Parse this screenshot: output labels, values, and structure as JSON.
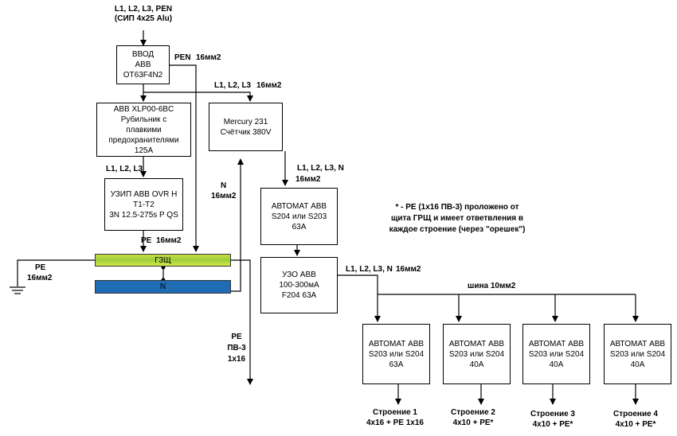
{
  "input_top": {
    "line1": "L1, L2, L3, PEN",
    "line2": "(СИП 4х25 Alu)"
  },
  "vvod": {
    "l1": "ВВОД",
    "l2": "АВВ",
    "l3": "OT63F4N2"
  },
  "pen_label": "PEN",
  "pen_size": "16мм2",
  "meter_feed": {
    "phases": "L1, L2, L3",
    "size": "16мм2"
  },
  "switch_fuse": {
    "l1": "АВВ XLP00-6BC",
    "l2": "Рубильник с",
    "l3": "плавкими",
    "l4": "предохранителями",
    "l5": "125А"
  },
  "meter": {
    "l1": "Mercury 231",
    "l2": "Счётчик 380V"
  },
  "spd_feed": "L1, L2, L3",
  "spd": {
    "l1": "УЗИП АВВ OVR H",
    "l2": "T1-T2",
    "l3": "3N 12.5-275s P QS"
  },
  "n_wire": {
    "label": "N",
    "size": "16мм2"
  },
  "meter_out": {
    "phases": "L1, L2, L3, N",
    "size": "16мм2"
  },
  "automat_main": {
    "l1": "АВТОМАТ АВВ",
    "l2": "S204 или S203",
    "l3": "63А"
  },
  "note": {
    "l1": "* - PE (1х16 ПВ-3) проложено от",
    "l2": "щита ГРЩ и имеет ответвления в",
    "l3": "каждое строение (через \"орешек\")"
  },
  "pe_spd": {
    "label": "PE",
    "size": "16мм2"
  },
  "pe_ground": {
    "label": "PE",
    "size": "16мм2"
  },
  "bus_ground_label": "ГЗЩ",
  "bus_neutral_label": "N",
  "uzo": {
    "l1": "УЗО АВВ",
    "l2": "100-300мА",
    "l3": "F204 63A"
  },
  "uzo_out": {
    "phases": "L1, L2, L3, N",
    "size": "16мм2"
  },
  "busbar_label": "шина 10мм2",
  "pe_out": {
    "l1": "PE",
    "l2": "ПВ-3",
    "l3": "1х16"
  },
  "breakers": [
    {
      "l1": "АВТОМАТ АВВ",
      "l2": "S203 или S204",
      "l3": "63А",
      "dest": "Строение 1",
      "cable": "4х16 + PE 1х16"
    },
    {
      "l1": "АВТОМАТ АВВ",
      "l2": "S203 или S204",
      "l3": "40А",
      "dest": "Строение 2",
      "cable": "4х10 + PE*"
    },
    {
      "l1": "АВТОМАТ АВВ",
      "l2": "S203 или S204",
      "l3": "40А",
      "dest": "Строение 3",
      "cable": "4х10 + PE*"
    },
    {
      "l1": "АВТОМАТ АВВ",
      "l2": "S203 или S204",
      "l3": "40А",
      "dest": "Строение 4",
      "cable": "4х10 + PE*"
    }
  ]
}
